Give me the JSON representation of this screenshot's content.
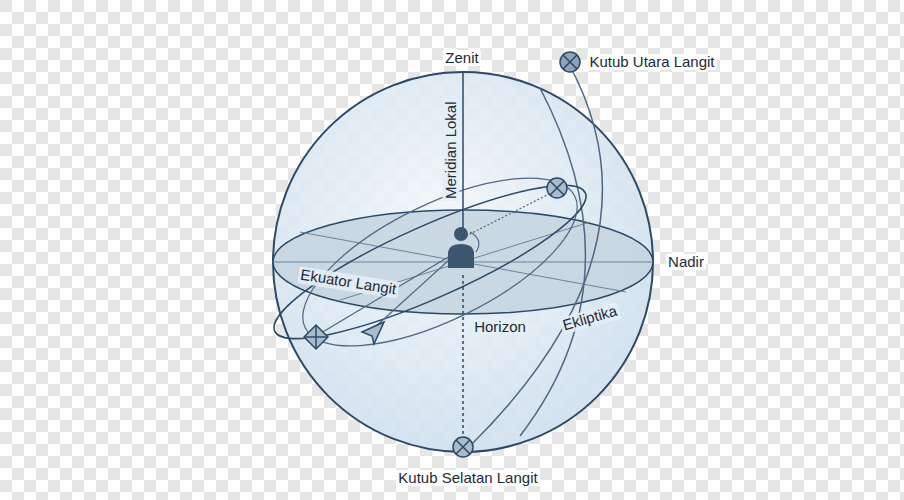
{
  "diagram": {
    "labels": [
      "Zenit",
      "Kutub Utara Langit",
      "Meridian Lokal",
      "Nadir",
      "Ekuator Langit",
      "Horizon",
      "Ekliptika",
      "Kutub Selatan Langit"
    ]
  }
}
